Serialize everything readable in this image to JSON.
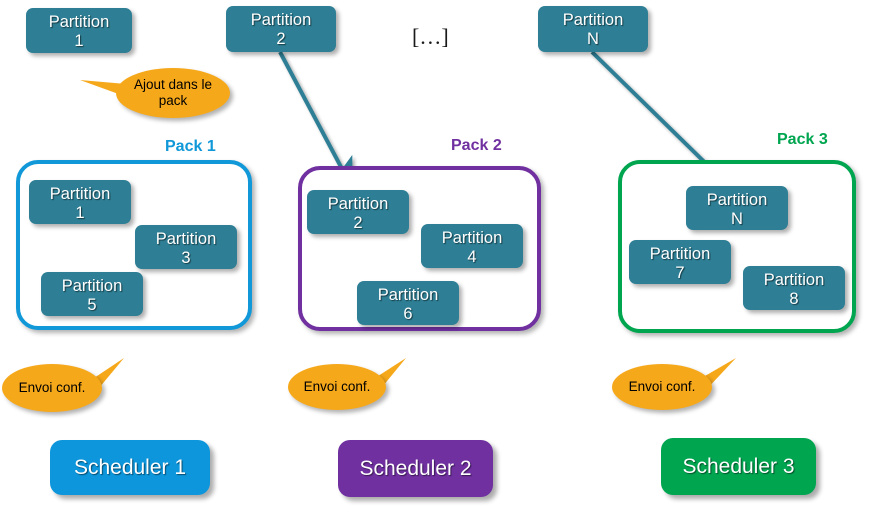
{
  "diagram": {
    "title": "Partition packing and scheduler configuration dispatch",
    "colors": {
      "partition_fill": "#2E7F95",
      "arrow_teal": "#2E7F95",
      "pack1_border": "#1098D8",
      "pack2_border": "#7030A0",
      "pack3_border": "#00A550",
      "scheduler1_fill": "#0D96DB",
      "scheduler2_fill": "#7030A0",
      "scheduler3_fill": "#00A550",
      "callout_fill": "#F6A81B",
      "callout_text": "#000000",
      "background": "#FFFFFF"
    },
    "ellipsis": "[…]",
    "top_partitions": [
      {
        "name": "partition-1",
        "line1": "Partition",
        "line2": "1"
      },
      {
        "name": "partition-2",
        "line1": "Partition",
        "line2": "2"
      },
      {
        "name": "partition-N",
        "line1": "Partition",
        "line2": "N"
      }
    ],
    "packs": [
      {
        "id": "pack-1",
        "label": "Pack 1",
        "border_color": "#1098D8",
        "partitions": [
          {
            "line1": "Partition",
            "line2": "1"
          },
          {
            "line1": "Partition",
            "line2": "3"
          },
          {
            "line1": "Partition",
            "line2": "5"
          }
        ]
      },
      {
        "id": "pack-2",
        "label": "Pack 2",
        "border_color": "#7030A0",
        "partitions": [
          {
            "line1": "Partition",
            "line2": "2"
          },
          {
            "line1": "Partition",
            "line2": "4"
          },
          {
            "line1": "Partition",
            "line2": "6"
          }
        ]
      },
      {
        "id": "pack-3",
        "label": "Pack 3",
        "border_color": "#00A550",
        "partitions": [
          {
            "line1": "Partition",
            "line2": "N"
          },
          {
            "line1": "Partition",
            "line2": "7"
          },
          {
            "line1": "Partition",
            "line2": "8"
          }
        ]
      }
    ],
    "schedulers": [
      {
        "id": "scheduler-1",
        "label": "Scheduler 1",
        "fill": "#0D96DB"
      },
      {
        "id": "scheduler-2",
        "label": "Scheduler 2",
        "fill": "#7030A0"
      },
      {
        "id": "scheduler-3",
        "label": "Scheduler 3",
        "fill": "#00A550"
      }
    ],
    "callouts": [
      {
        "id": "callout-ajout",
        "text": "Ajout dans le pack"
      },
      {
        "id": "callout-envoi-1",
        "text": "Envoi conf."
      },
      {
        "id": "callout-envoi-2",
        "text": "Envoi conf."
      },
      {
        "id": "callout-envoi-3",
        "text": "Envoi conf."
      }
    ]
  }
}
